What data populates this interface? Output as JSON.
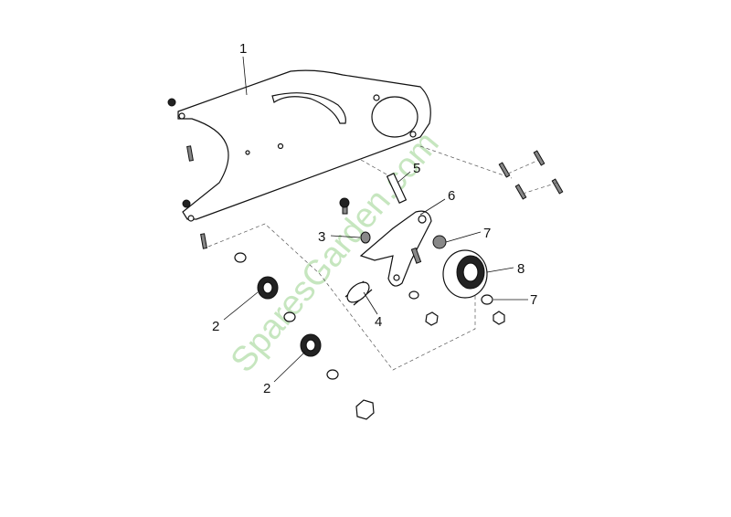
{
  "watermark": "SparesGarden.com",
  "callouts": [
    {
      "id": "callout-1",
      "text": "1"
    },
    {
      "id": "callout-2a",
      "text": "2"
    },
    {
      "id": "callout-2b",
      "text": "2"
    },
    {
      "id": "callout-3",
      "text": "3"
    },
    {
      "id": "callout-4",
      "text": "4"
    },
    {
      "id": "callout-5",
      "text": "5"
    },
    {
      "id": "callout-6",
      "text": "6"
    },
    {
      "id": "callout-7a",
      "text": "7"
    },
    {
      "id": "callout-7b",
      "text": "7"
    },
    {
      "id": "callout-8",
      "text": "8"
    }
  ],
  "colors": {
    "line": "#111111",
    "watermark": "#b9e0b0",
    "background": "#ffffff"
  }
}
